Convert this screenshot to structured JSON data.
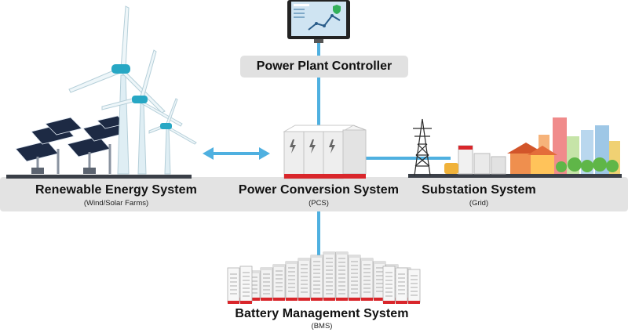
{
  "diagram": {
    "controller": {
      "label": "Power Plant Controller"
    },
    "renewable": {
      "title": "Renewable Energy System",
      "subtitle": "(Wind/Solar Farms)"
    },
    "pcs": {
      "title": "Power Conversion System",
      "subtitle": "(PCS)"
    },
    "substation": {
      "title": "Substation System",
      "subtitle": "(Grid)"
    },
    "battery": {
      "title": "Battery Management System",
      "subtitle": "(BMS)"
    }
  },
  "colors": {
    "connector": "#4fb0e0",
    "platform": "#e3e3e3",
    "platform_edge": "#3a3f47",
    "accent_red": "#d9262b",
    "turbine": "#dfeef4",
    "nacelle": "#27a7c4",
    "solar_panel": "#1d2a44",
    "monitor_bezel": "#222222",
    "monitor_screen": "#cfe4f2"
  }
}
